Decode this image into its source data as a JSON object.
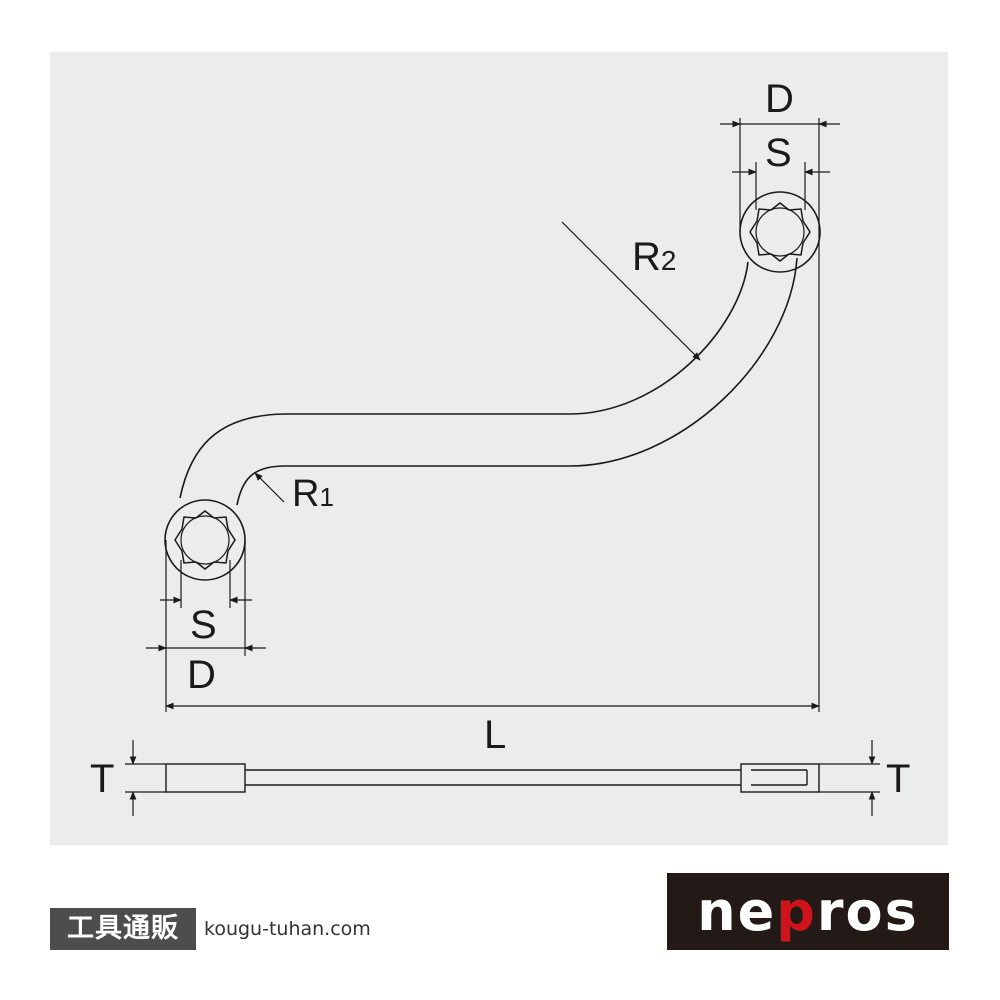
{
  "diagram": {
    "labels": {
      "top_D": "D",
      "top_S": "S",
      "R2_main": "R",
      "R2_sub": "2",
      "R1_main": "R",
      "R1_sub": "1",
      "bottom_S": "S",
      "bottom_D": "D",
      "L": "L",
      "T_left": "T",
      "T_right": "T"
    }
  },
  "footer": {
    "badge": "工具通販",
    "url": "kougu-tuhan.com"
  },
  "logo": {
    "text_a": "ne",
    "text_b": "p",
    "text_c": "ros",
    "bg_color": "#231916",
    "accent_color": "#d0121b"
  }
}
